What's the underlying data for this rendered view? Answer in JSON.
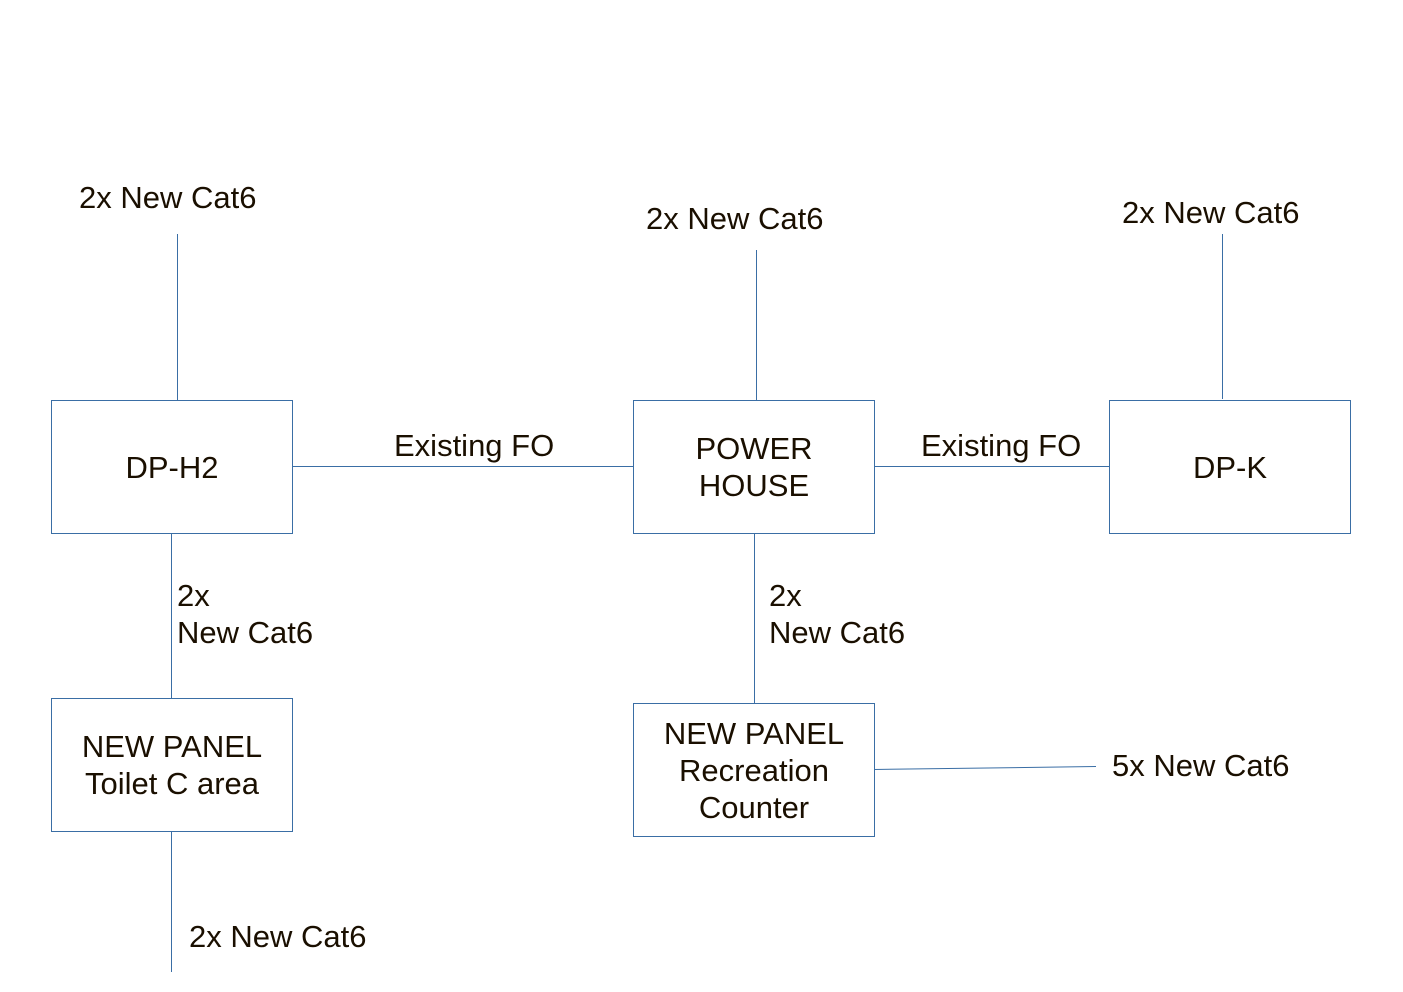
{
  "colors": {
    "line": "#3a6ea5",
    "box_border": "#3a6ea5",
    "text": "#1a0f00",
    "background": "#ffffff"
  },
  "nodes": {
    "dp_h2": {
      "lines": [
        "DP-H2"
      ]
    },
    "power_house": {
      "lines": [
        "POWER",
        "HOUSE"
      ]
    },
    "dp_k": {
      "lines": [
        "DP-K"
      ]
    },
    "panel_toilet": {
      "lines": [
        "NEW PANEL",
        "Toilet C area"
      ]
    },
    "panel_recreation": {
      "lines": [
        "NEW PANEL",
        "Recreation",
        "Counter"
      ]
    }
  },
  "edge_labels": {
    "dp_h2_top": "2x New Cat6",
    "power_house_top": "2x New Cat6",
    "dp_k_top": "2x New Cat6",
    "fo_left": "Existing FO",
    "fo_right": "Existing FO",
    "dp_h2_down": [
      "2x",
      "New Cat6"
    ],
    "power_house_down": [
      "2x",
      "New Cat6"
    ],
    "toilet_down": "2x New Cat6",
    "recreation_right": "5x New Cat6"
  }
}
